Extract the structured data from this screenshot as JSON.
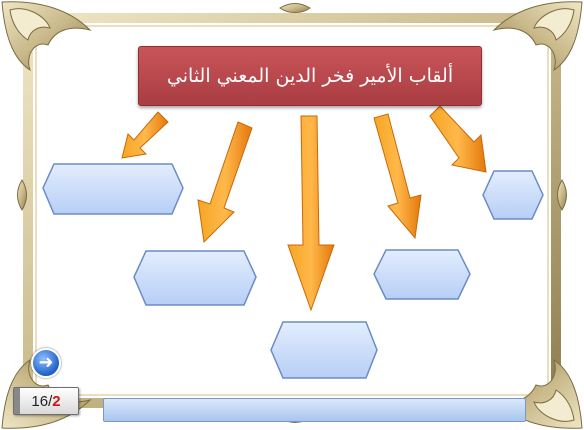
{
  "title": "ألقاب الأمير فخر الدين المعني الثاني",
  "counter": {
    "total": "16",
    "separator": "/",
    "current": "2"
  },
  "colors": {
    "title_bg": "#b8474c",
    "arrow_orange": "#f08a14",
    "hex_fill": "#cfe0fb",
    "frame_gold": "#c9b98a"
  },
  "icons": {
    "next": "arrow-right-circle-icon"
  }
}
